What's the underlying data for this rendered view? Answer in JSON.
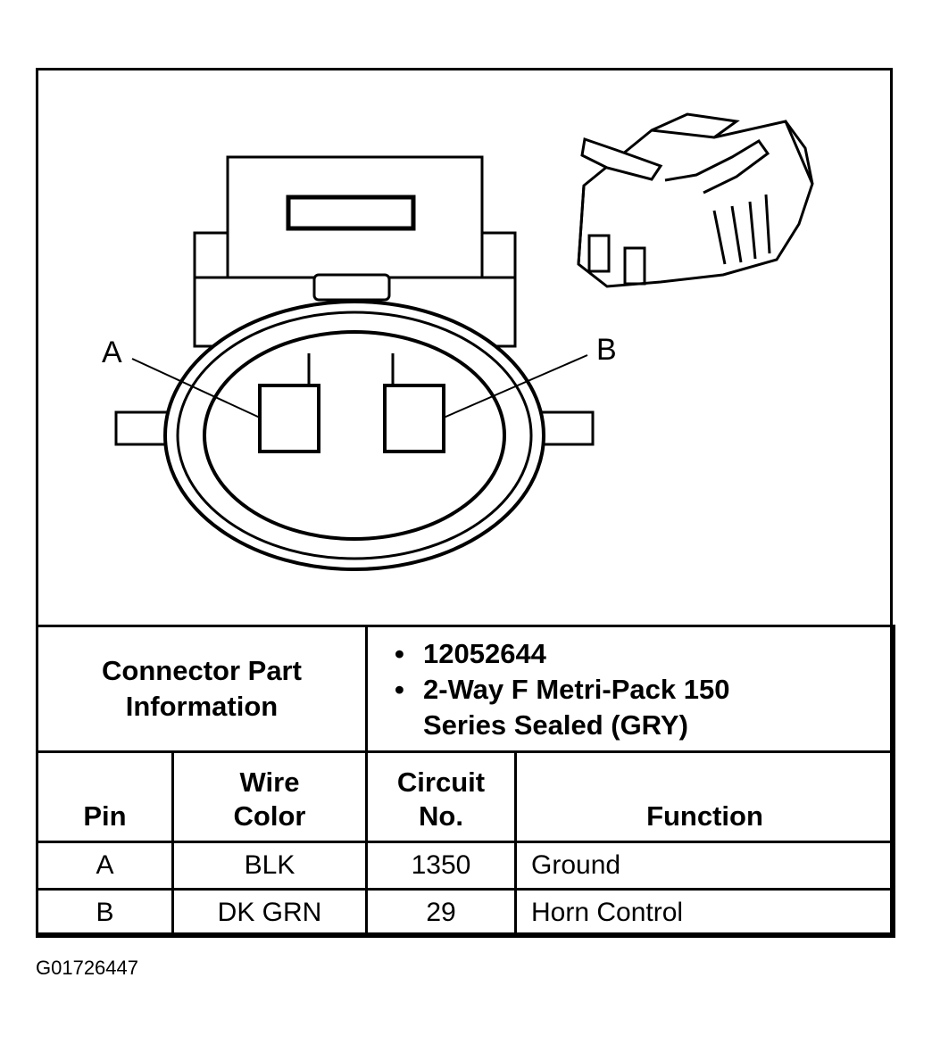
{
  "figure_id": "G01726447",
  "diagram": {
    "pin_labels": [
      "A",
      "B"
    ]
  },
  "connector_part": {
    "label": "Connector Part Information",
    "items": [
      "12052644",
      "2-Way F Metri-Pack 150 Series Sealed (GRY)"
    ]
  },
  "table": {
    "headers": [
      "Pin",
      "Wire Color",
      "Circuit No.",
      "Function"
    ],
    "rows": [
      [
        "A",
        "BLK",
        "1350",
        "Ground"
      ],
      [
        "B",
        "DK GRN",
        "29",
        "Horn Control"
      ]
    ]
  }
}
